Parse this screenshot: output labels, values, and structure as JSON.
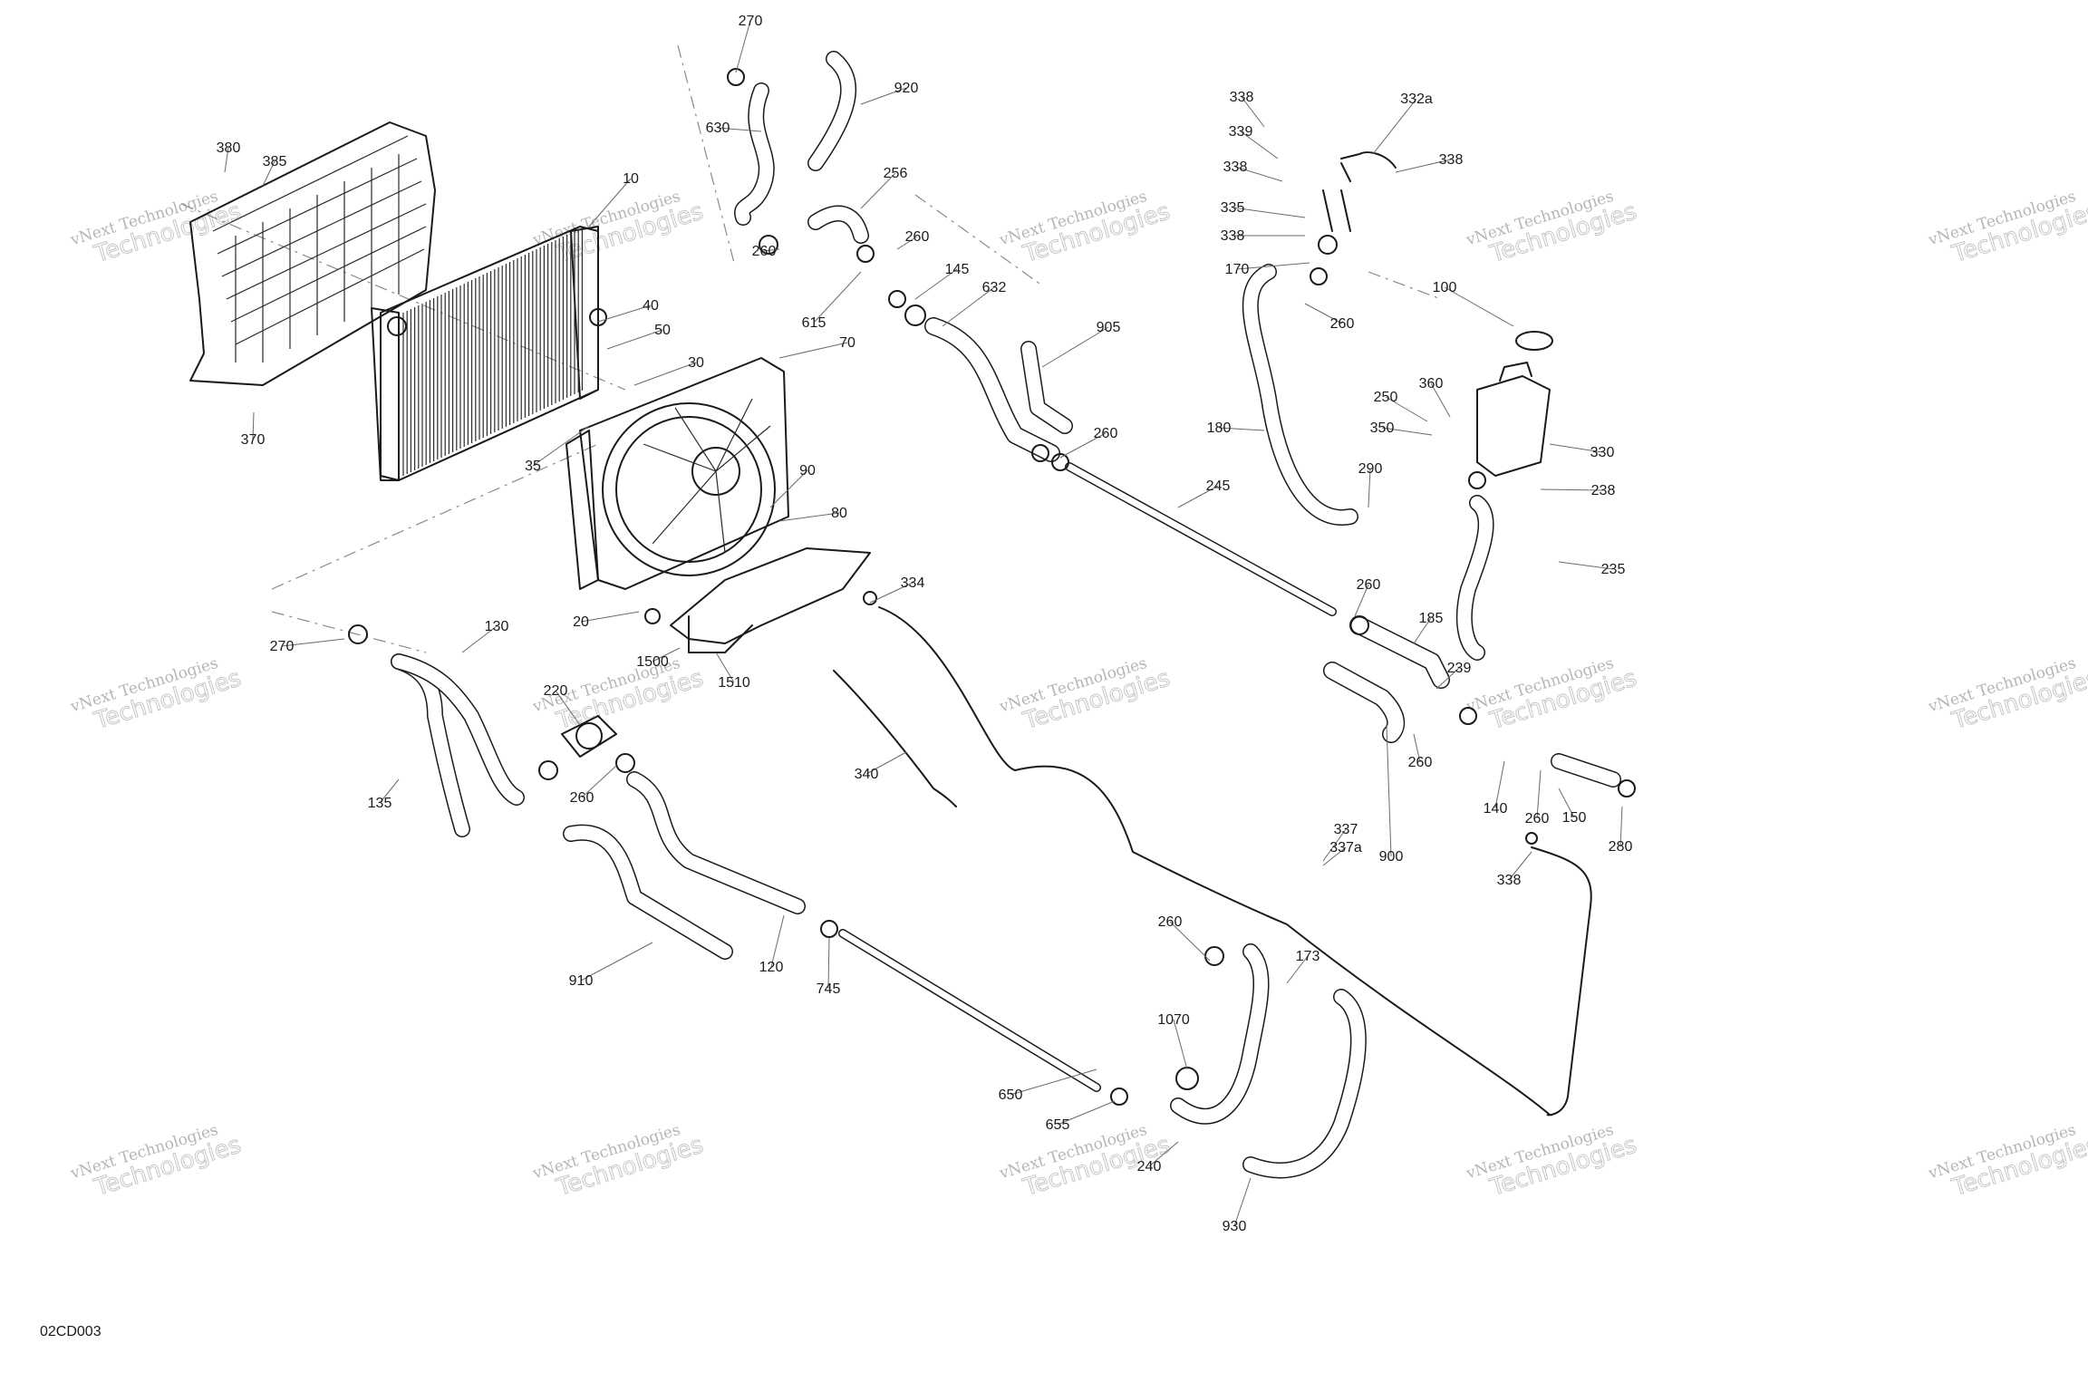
{
  "diagram": {
    "figure_code": "02CD003",
    "watermark_line1": "vNext Technologies",
    "watermark_line2": "Technologies",
    "callouts": [
      "270",
      "920",
      "630",
      "256",
      "260",
      "260",
      "145",
      "632",
      "615",
      "905",
      "260",
      "10",
      "380",
      "385",
      "40",
      "50",
      "30",
      "70",
      "35",
      "90",
      "80",
      "370",
      "245",
      "20",
      "1500",
      "1510",
      "334",
      "270",
      "130",
      "220",
      "260",
      "135",
      "340",
      "338",
      "332a",
      "339",
      "338",
      "338",
      "335",
      "338",
      "170",
      "260",
      "100",
      "250",
      "360",
      "350",
      "330",
      "180",
      "290",
      "238",
      "235",
      "260",
      "185",
      "239",
      "900",
      "260",
      "140",
      "260",
      "150",
      "280",
      "337",
      "337a",
      "338",
      "910",
      "120",
      "745",
      "650",
      "655",
      "260",
      "173",
      "1070",
      "240",
      "930"
    ]
  }
}
